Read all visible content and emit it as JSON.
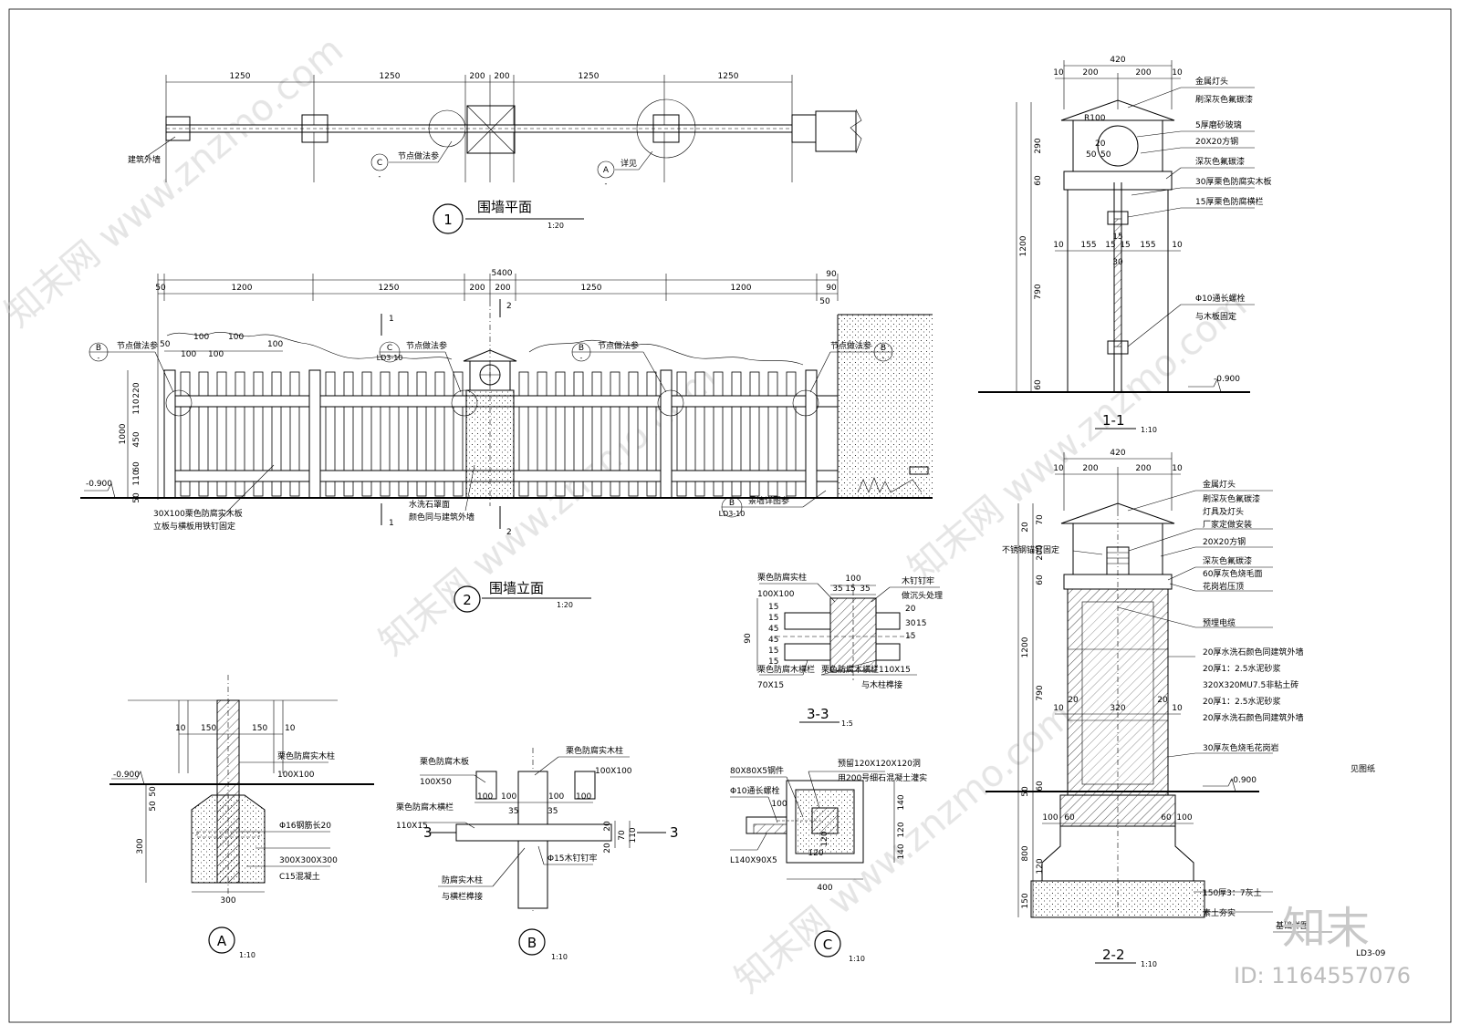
{
  "plan": {
    "dims": [
      "1250",
      "1250",
      "200",
      "200",
      "1250",
      "1250"
    ],
    "labels": {
      "wall": "建筑外墙",
      "node_c": "节点做法参",
      "detail_a": "详见"
    },
    "callouts": {
      "c": "C",
      "a": "A",
      "dash": "-"
    },
    "title_num": "1",
    "title": "围墙平面",
    "scale": "1:20"
  },
  "elevation": {
    "overall": "5400",
    "dims": [
      "1200",
      "1250",
      "200",
      "200",
      "1250",
      "1200"
    ],
    "edge_dims": {
      "left": "50",
      "right_top": "90",
      "right_mid": "90",
      "right_low": "50"
    },
    "pickets": [
      "50",
      "100",
      "100",
      "100",
      "100",
      "100"
    ],
    "heights": [
      "220",
      "110",
      "450",
      "110",
      "60",
      "50"
    ],
    "total_height": "1000",
    "level": "-0.900",
    "section_marks": {
      "s1": "1",
      "s2": "2"
    },
    "callouts": {
      "b_left": {
        "letter": "B",
        "sub": "-",
        "text": "节点做法参"
      },
      "c_mid": {
        "letter": "C",
        "sub": "LD3-10",
        "text": "节点做法参"
      },
      "b_mid": {
        "letter": "B",
        "sub": "-",
        "text": "节点做法参"
      },
      "b_right": {
        "letter": "B",
        "sub": "-",
        "text": "节点做法参"
      },
      "b_bottom": {
        "letter": "B",
        "sub": "LD3-10",
        "text": "景墙详图参"
      }
    },
    "notes": [
      "30X100栗色防腐实木板",
      "立板与横板用铁钉固定",
      "水洗石罩面",
      "颜色同与建筑外墙"
    ],
    "title_num": "2",
    "title": "围墙立面",
    "scale": "1:20"
  },
  "section11": {
    "top_dims": [
      "420",
      "10",
      "200",
      "200",
      "10"
    ],
    "mid_dims": [
      "10",
      "155",
      "15",
      "15",
      "15",
      "155",
      "10"
    ],
    "bolt_dim": "30",
    "side_dims": [
      "290",
      "60",
      "1200",
      "790",
      "60"
    ],
    "radius": "R100",
    "small_dims": [
      "20",
      "20",
      "50",
      "50"
    ],
    "labels": [
      "金属灯头",
      "刷深灰色氟碳漆",
      "5厚磨砂玻璃",
      "20X20方钢",
      "深灰色氟碳漆",
      "30厚栗色防腐实木板",
      "15厚栗色防腐横栏",
      "Φ10通长螺栓",
      "与木板固定"
    ],
    "level": "-0.900",
    "title": "1-1",
    "scale": "1:10"
  },
  "section22": {
    "top_dims": [
      "420",
      "10",
      "200",
      "200",
      "10"
    ],
    "side_dims": [
      "20",
      "70",
      "200",
      "60",
      "1200",
      "790",
      "50",
      "60",
      "800",
      "120",
      "150"
    ],
    "mid_dims": [
      "10",
      "20",
      "320",
      "20",
      "10"
    ],
    "base_dims": [
      "100",
      "60",
      "60",
      "100"
    ],
    "labels": [
      "金属灯头",
      "刷深灰色氟碳漆",
      "灯具及灯头",
      "厂家定做安装",
      "20X20方钢",
      "深灰色氟碳漆",
      "60厚灰色烧毛面",
      "花岗岩压顶",
      "预埋电缆",
      "20厚水洗石颜色同建筑外墙",
      "20厚1：2.5水泥砂浆",
      "320X320MU7.5非粘土砖",
      "20厚1：2.5水泥砂浆",
      "20厚水洗石颜色同建筑外墙",
      "30厚灰色烧毛花岗岩",
      "150厚3：7灰土",
      "素土夯实",
      "基础详图",
      "不锈钢锚钉固定"
    ],
    "level": "-0.900",
    "title": "2-2",
    "scale": "1:10"
  },
  "detail33": {
    "top_dims": [
      "100",
      "35",
      "15",
      "35"
    ],
    "left_dims": [
      "90",
      "15",
      "15",
      "45",
      "45",
      "15",
      "15"
    ],
    "right_dims": [
      "20",
      "30",
      "15",
      "15"
    ],
    "labels": [
      "栗色防腐实柱",
      "100X100",
      "木钉钉牢",
      "做沉头处理",
      "栗色防腐木横栏",
      "栗色防腐木横栏110X15",
      "70X15",
      "与木柱榫接"
    ],
    "title": "3-3",
    "scale": "1:5"
  },
  "detailA": {
    "dims": [
      "10",
      "150",
      "150",
      "10"
    ],
    "side_dims": [
      "50",
      "50",
      "300"
    ],
    "base": "300",
    "labels": [
      "栗色防腐实木柱",
      "100X100",
      "Φ16钢筋长20",
      "300X300X300",
      "C15混凝土"
    ],
    "level": "-0.900",
    "letter": "A",
    "scale": "1:10"
  },
  "detailB": {
    "dims": [
      "100",
      "100",
      "100",
      "100",
      "35",
      "35"
    ],
    "side_dims": [
      "20",
      "70",
      "20",
      "110"
    ],
    "labels": [
      "栗色防腐木板",
      "100X50",
      "栗色防腐实木柱",
      "100X100",
      "栗色防腐木横栏",
      "110X15",
      "防腐实木柱",
      "与横栏榫接",
      "Φ15木钉钉牢"
    ],
    "section_mark": "3",
    "letter": "B",
    "scale": "1:10"
  },
  "detailC": {
    "dims": [
      "100",
      "140",
      "120",
      "140",
      "120",
      "400"
    ],
    "labels": [
      "80X80X5钢件",
      "Φ10通长螺栓",
      "L140X90X5",
      "预留120X120X120洞",
      "用200号细石混凝土灌实"
    ],
    "letter": "C",
    "scale": "1:10"
  },
  "misc": {
    "see_drawing": "见图纸",
    "sheet_no": "LD3-09",
    "logo": "知末",
    "id_text": "ID: 1164557076",
    "watermark": "知末网 www.znzmo.com"
  }
}
